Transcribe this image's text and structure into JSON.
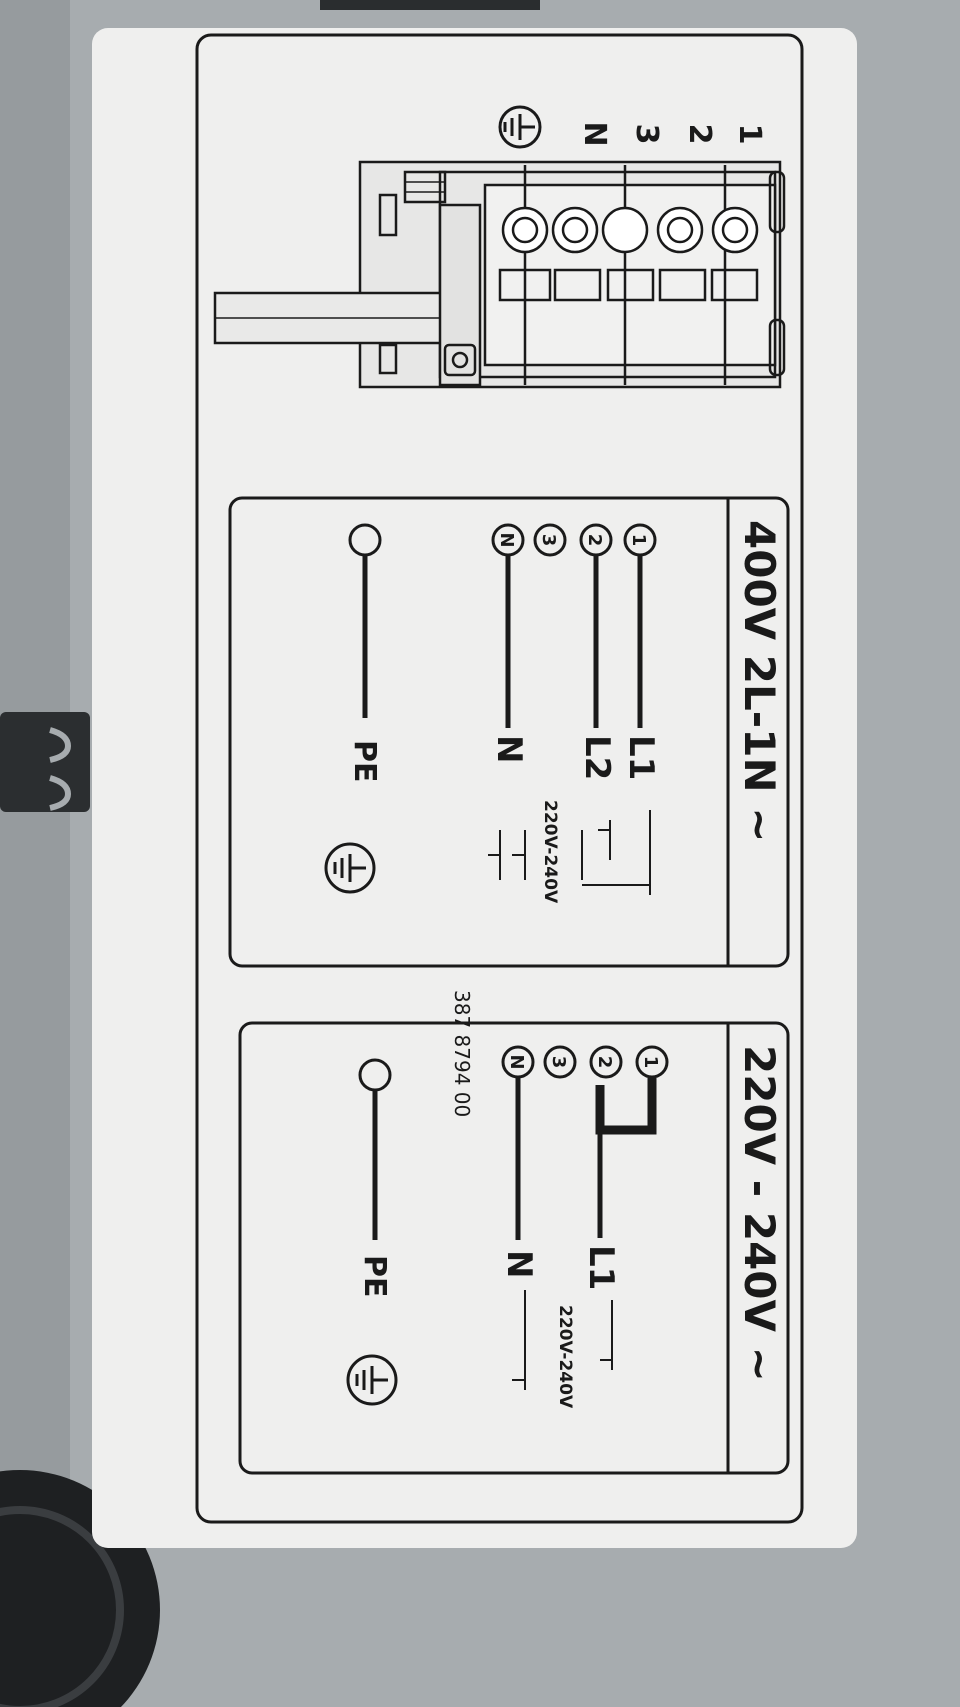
{
  "connector": {
    "terminals": [
      "1",
      "2",
      "3",
      "N"
    ]
  },
  "panel_400v": {
    "title": "400V  2L-1N ~",
    "terminals": [
      "1",
      "2",
      "3",
      "N"
    ],
    "line_l1": "L1",
    "line_l2": "L2",
    "line_n": "N",
    "line_pe": "PE",
    "voltage": "220V-240V"
  },
  "panel_220v": {
    "title": "220V - 240V ~",
    "terminals": [
      "1",
      "2",
      "3",
      "N"
    ],
    "line_l1": "L1",
    "line_n": "N",
    "line_pe": "PE",
    "voltage": "220V-240V"
  },
  "part_number": "387 8794 00",
  "colors": {
    "sticker": "#efefee",
    "ink": "#1a1a1a",
    "metal": "#a7acaf"
  }
}
